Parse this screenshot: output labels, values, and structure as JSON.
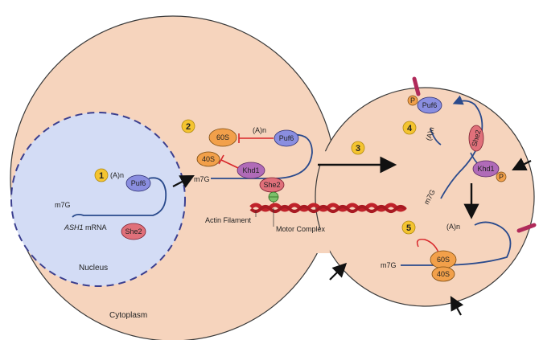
{
  "labels": {
    "nucleus": "Nucleus",
    "cytoplasm": "Cytoplasm",
    "actin_filament": "Actin Filament",
    "motor_complex": "Motor Complex",
    "ash1": "ASH1",
    "mrna": " mRNA",
    "cap": "m7G",
    "polyA": "(A)n"
  },
  "proteins": {
    "puf6": "Puf6",
    "she2": "She2",
    "khd1": "Khd1",
    "s60": "60S",
    "s40": "40S",
    "p": "P"
  },
  "steps": [
    "1",
    "2",
    "3",
    "4",
    "5"
  ],
  "colors": {
    "cell": "#f6d4bd",
    "nucleus": "#d3dcf5",
    "nucleus_border": "#3b3f8f",
    "puf6": "#8a8ee0",
    "she2": "#e0707a",
    "khd1": "#b06bb8",
    "ribosome": "#f2a04a",
    "step_badge": "#f4c430",
    "mrna": "#2a4a8c",
    "actin": "#c0222a",
    "inhibit": "#d8262a",
    "bud_marker": "#b02a5a"
  }
}
